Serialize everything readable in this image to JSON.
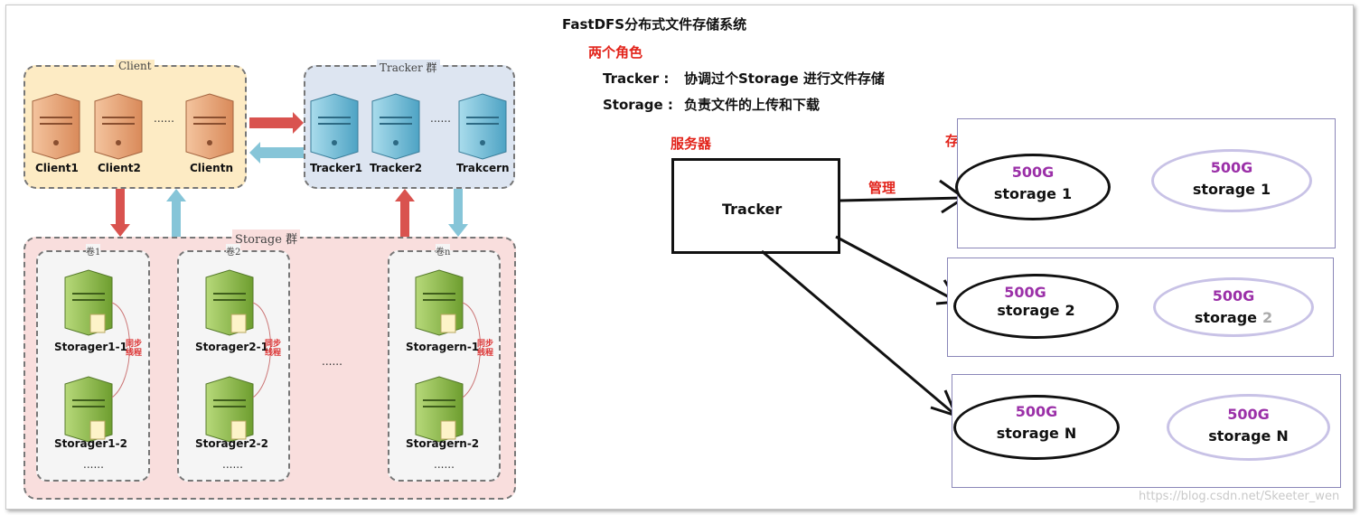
{
  "title": "FastDFS分布式文件存储系统",
  "roles": {
    "heading": "两个角色",
    "tracker_key": "Tracker :",
    "tracker_desc": "协调过个Storage 进行文件存储",
    "storage_key": "Storage :",
    "storage_desc": "负责文件的上传和下载"
  },
  "labels": {
    "server": "服务器",
    "storage_servers": "存储服务器",
    "manage": "管理",
    "tracker": "Tracker"
  },
  "storage_groups": [
    {
      "primary": {
        "capacity": "500G",
        "name": "storage",
        "num": "1"
      },
      "secondary": {
        "capacity": "500G",
        "name": "storage",
        "num": "1"
      }
    },
    {
      "primary": {
        "capacity": "500G",
        "name": "storage",
        "num": "2"
      },
      "secondary": {
        "capacity": "500G",
        "name": "storage",
        "num": "2"
      }
    },
    {
      "primary": {
        "capacity": "500G",
        "name": "storage",
        "num": "N"
      },
      "secondary": {
        "capacity": "500G",
        "name": "storage",
        "num": "N"
      }
    }
  ],
  "left_diagram": {
    "client_group": "Client",
    "tracker_group": "Tracker 群",
    "storage_group": "Storage 群",
    "clients": [
      "Client1",
      "Client2",
      "Clientn"
    ],
    "trackers": [
      "Tracker1",
      "Tracker2",
      "Trakcern"
    ],
    "dots": "......",
    "volumes": [
      {
        "caption": "卷1",
        "servers": [
          "Storager1-1",
          "Storager1-2"
        ]
      },
      {
        "caption": "卷2",
        "servers": [
          "Storager2-1",
          "Storager2-2"
        ]
      },
      {
        "caption": "卷n",
        "servers": [
          "Storagern-1",
          "Storagern-2"
        ]
      }
    ],
    "sync_label_line1": "同步",
    "sync_label_line2": "线程"
  },
  "watermark": "https://blog.csdn.net/Skeeter_wen",
  "colors": {
    "client_bg": "#fdebc4",
    "tracker_bg": "#dde5f1",
    "storage_bg": "#f9dedd",
    "client_server": "#e8a57a",
    "tracker_server": "#7cc0d8",
    "storage_server": "#8fbf4a",
    "accent_red": "#e2231a",
    "capacity_purple": "#9b30a8"
  }
}
